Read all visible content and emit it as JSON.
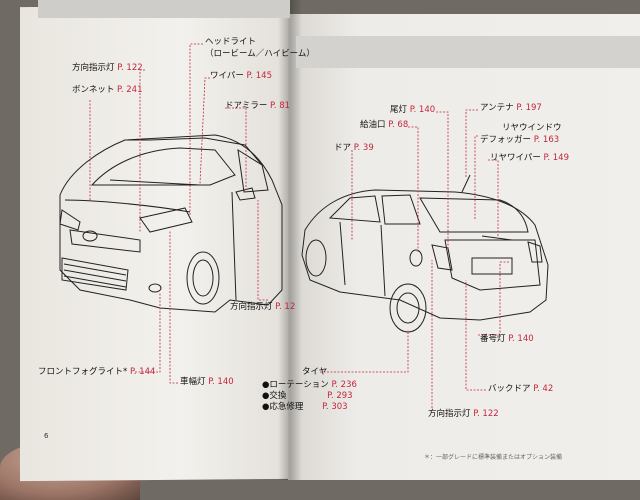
{
  "left_labels": {
    "headlight_title": "ヘッドライト",
    "headlight_sub": "（ロービーム／ハイビーム）",
    "front_turn": "方向指示灯",
    "front_turn_ref": "P. 122",
    "hood": "ボンネット",
    "hood_ref": "P. 241",
    "wiper": "ワイパー",
    "wiper_ref": "P. 145",
    "door_mirror": "ドアミラー",
    "door_mirror_ref": "P. 81",
    "side_turn": "方向指示灯",
    "side_turn_ref": "P. 12",
    "fog": "フロントフォグライト*",
    "fog_ref": "P. 144",
    "width_light": "車幅灯",
    "width_light_ref": "P. 140"
  },
  "right_labels": {
    "tail_light": "尾灯",
    "tail_light_ref": "P. 140",
    "antenna": "アンテナ",
    "antenna_ref": "P. 197",
    "fuel": "給油口",
    "fuel_ref": "P. 68",
    "defogger_title": "リヤウインドウ",
    "defogger_sub": "デフォッガー",
    "defogger_ref": "P. 163",
    "door": "ドア",
    "door_ref": "P. 39",
    "rear_wiper": "リヤワイパー",
    "rear_wiper_ref": "P. 149",
    "plate_light": "番号灯",
    "plate_light_ref": "P. 140",
    "back_door": "バックドア",
    "back_door_ref": "P. 42",
    "rear_turn": "方向指示灯",
    "rear_turn_ref": "P. 122",
    "tire": "タイヤ",
    "tire_rotation": "●ローテーション",
    "tire_rotation_ref": "P. 236",
    "tire_change": "●交換",
    "tire_change_ref": "P. 293",
    "tire_emergency": "●応急修理",
    "tire_emergency_ref": "P. 303"
  },
  "footnote": "＊：一部グレードに標準装備またはオプション装備",
  "page_number": "6"
}
